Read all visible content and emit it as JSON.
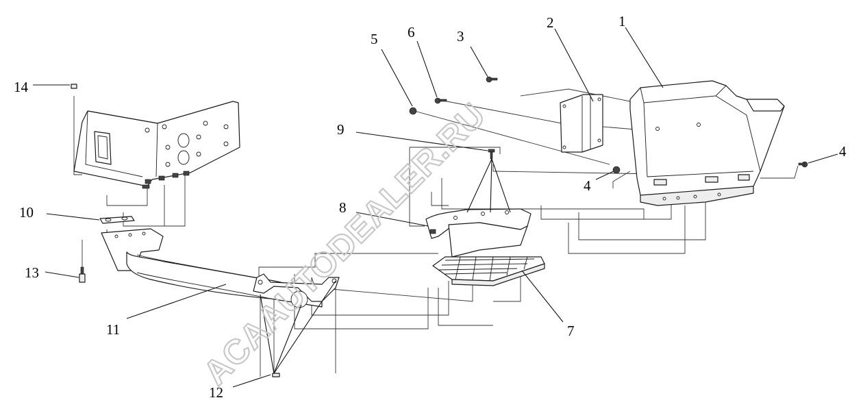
{
  "callouts": {
    "c1": "1",
    "c2": "2",
    "c3": "3",
    "c4a": "4",
    "c4b": "4",
    "c5": "5",
    "c6": "6",
    "c7": "7",
    "c8": "8",
    "c9": "9",
    "c10": "10",
    "c11": "11",
    "c12": "12",
    "c13": "13",
    "c14": "14"
  },
  "watermark": "ACAAUTODEALER.RU",
  "colors": {
    "line": "#1a1a1a",
    "watermark": "#c8c8c8",
    "background": "#ffffff"
  }
}
